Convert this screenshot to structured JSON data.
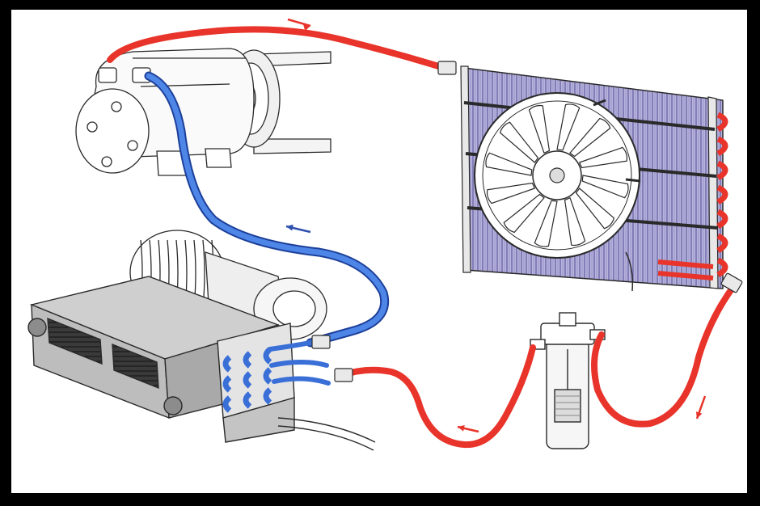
{
  "colors": {
    "frame": "#000000",
    "paper": "#ffffff",
    "line_ink": "#2a2a2a",
    "high_pressure_hose": "#e8342a",
    "low_pressure_hose": "#3a6fd8",
    "condenser_fins": "#9a96c8",
    "evaporator_body": "#c9c9c9",
    "arrow_red": "#e8342a",
    "arrow_blue": "#2e4fae"
  },
  "icons": {
    "flow_arrow_red": "arrow-right-icon",
    "flow_arrow_blue": "arrow-left-icon"
  },
  "components": [
    "compressor",
    "condenser",
    "condenser-fan",
    "receiver-drier",
    "evaporator",
    "blower-fan"
  ]
}
